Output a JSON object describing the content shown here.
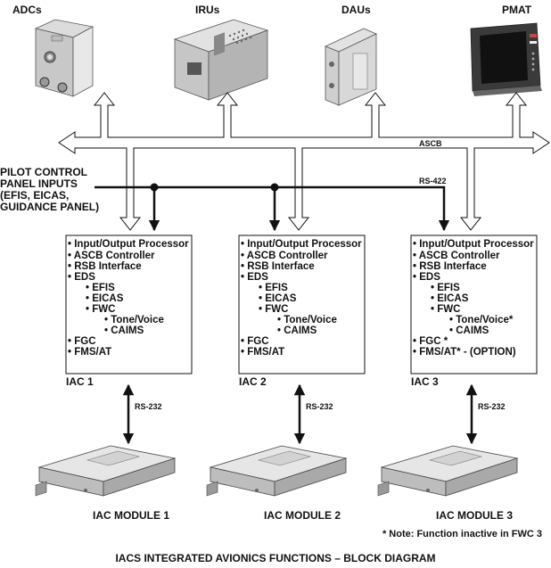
{
  "devices": {
    "adcs": "ADCs",
    "irus": "IRUs",
    "daus": "DAUs",
    "pmat": "PMAT"
  },
  "bus": {
    "ascb": "ASCB",
    "rs422": "RS-422"
  },
  "pilot_inputs": [
    "PILOT CONTROL",
    "PANEL INPUTS",
    "(EFIS, EICAS,",
    "GUIDANCE PANEL)"
  ],
  "iac_boxes": [
    {
      "name": "IAC 1",
      "items": [
        "• Input/Output Processor",
        "• ASCB Controller",
        "• RSB Interface",
        "• EDS",
        "• EFIS",
        "• EICAS",
        "• FWC",
        "• Tone/Voice",
        "• CAIMS",
        "• FGC",
        "• FMS/AT"
      ],
      "link": "RS-232",
      "module": "IAC MODULE 1"
    },
    {
      "name": "IAC 2",
      "items": [
        "• Input/Output Processor",
        "• ASCB Controller",
        "• RSB Interface",
        "• EDS",
        "• EFIS",
        "• EICAS",
        "• FWC",
        "• Tone/Voice",
        "• CAIMS",
        "• FGC",
        "• FMS/AT"
      ],
      "link": "RS-232",
      "module": "IAC MODULE 2"
    },
    {
      "name": "IAC 3",
      "items": [
        "• Input/Output Processor",
        "• ASCB Controller",
        "• RSB Interface",
        "• EDS",
        "• EFIS",
        "• EICAS",
        "• FWC",
        "• Tone/Voice*",
        "• CAIMS",
        "• FGC *",
        "• FMS/AT* - (OPTION)"
      ],
      "link": "RS-232",
      "module": "IAC MODULE 3"
    }
  ],
  "note": "* Note: Function inactive in FWC 3",
  "title": "IACS INTEGRATED AVIONICS FUNCTIONS – BLOCK DIAGRAM"
}
